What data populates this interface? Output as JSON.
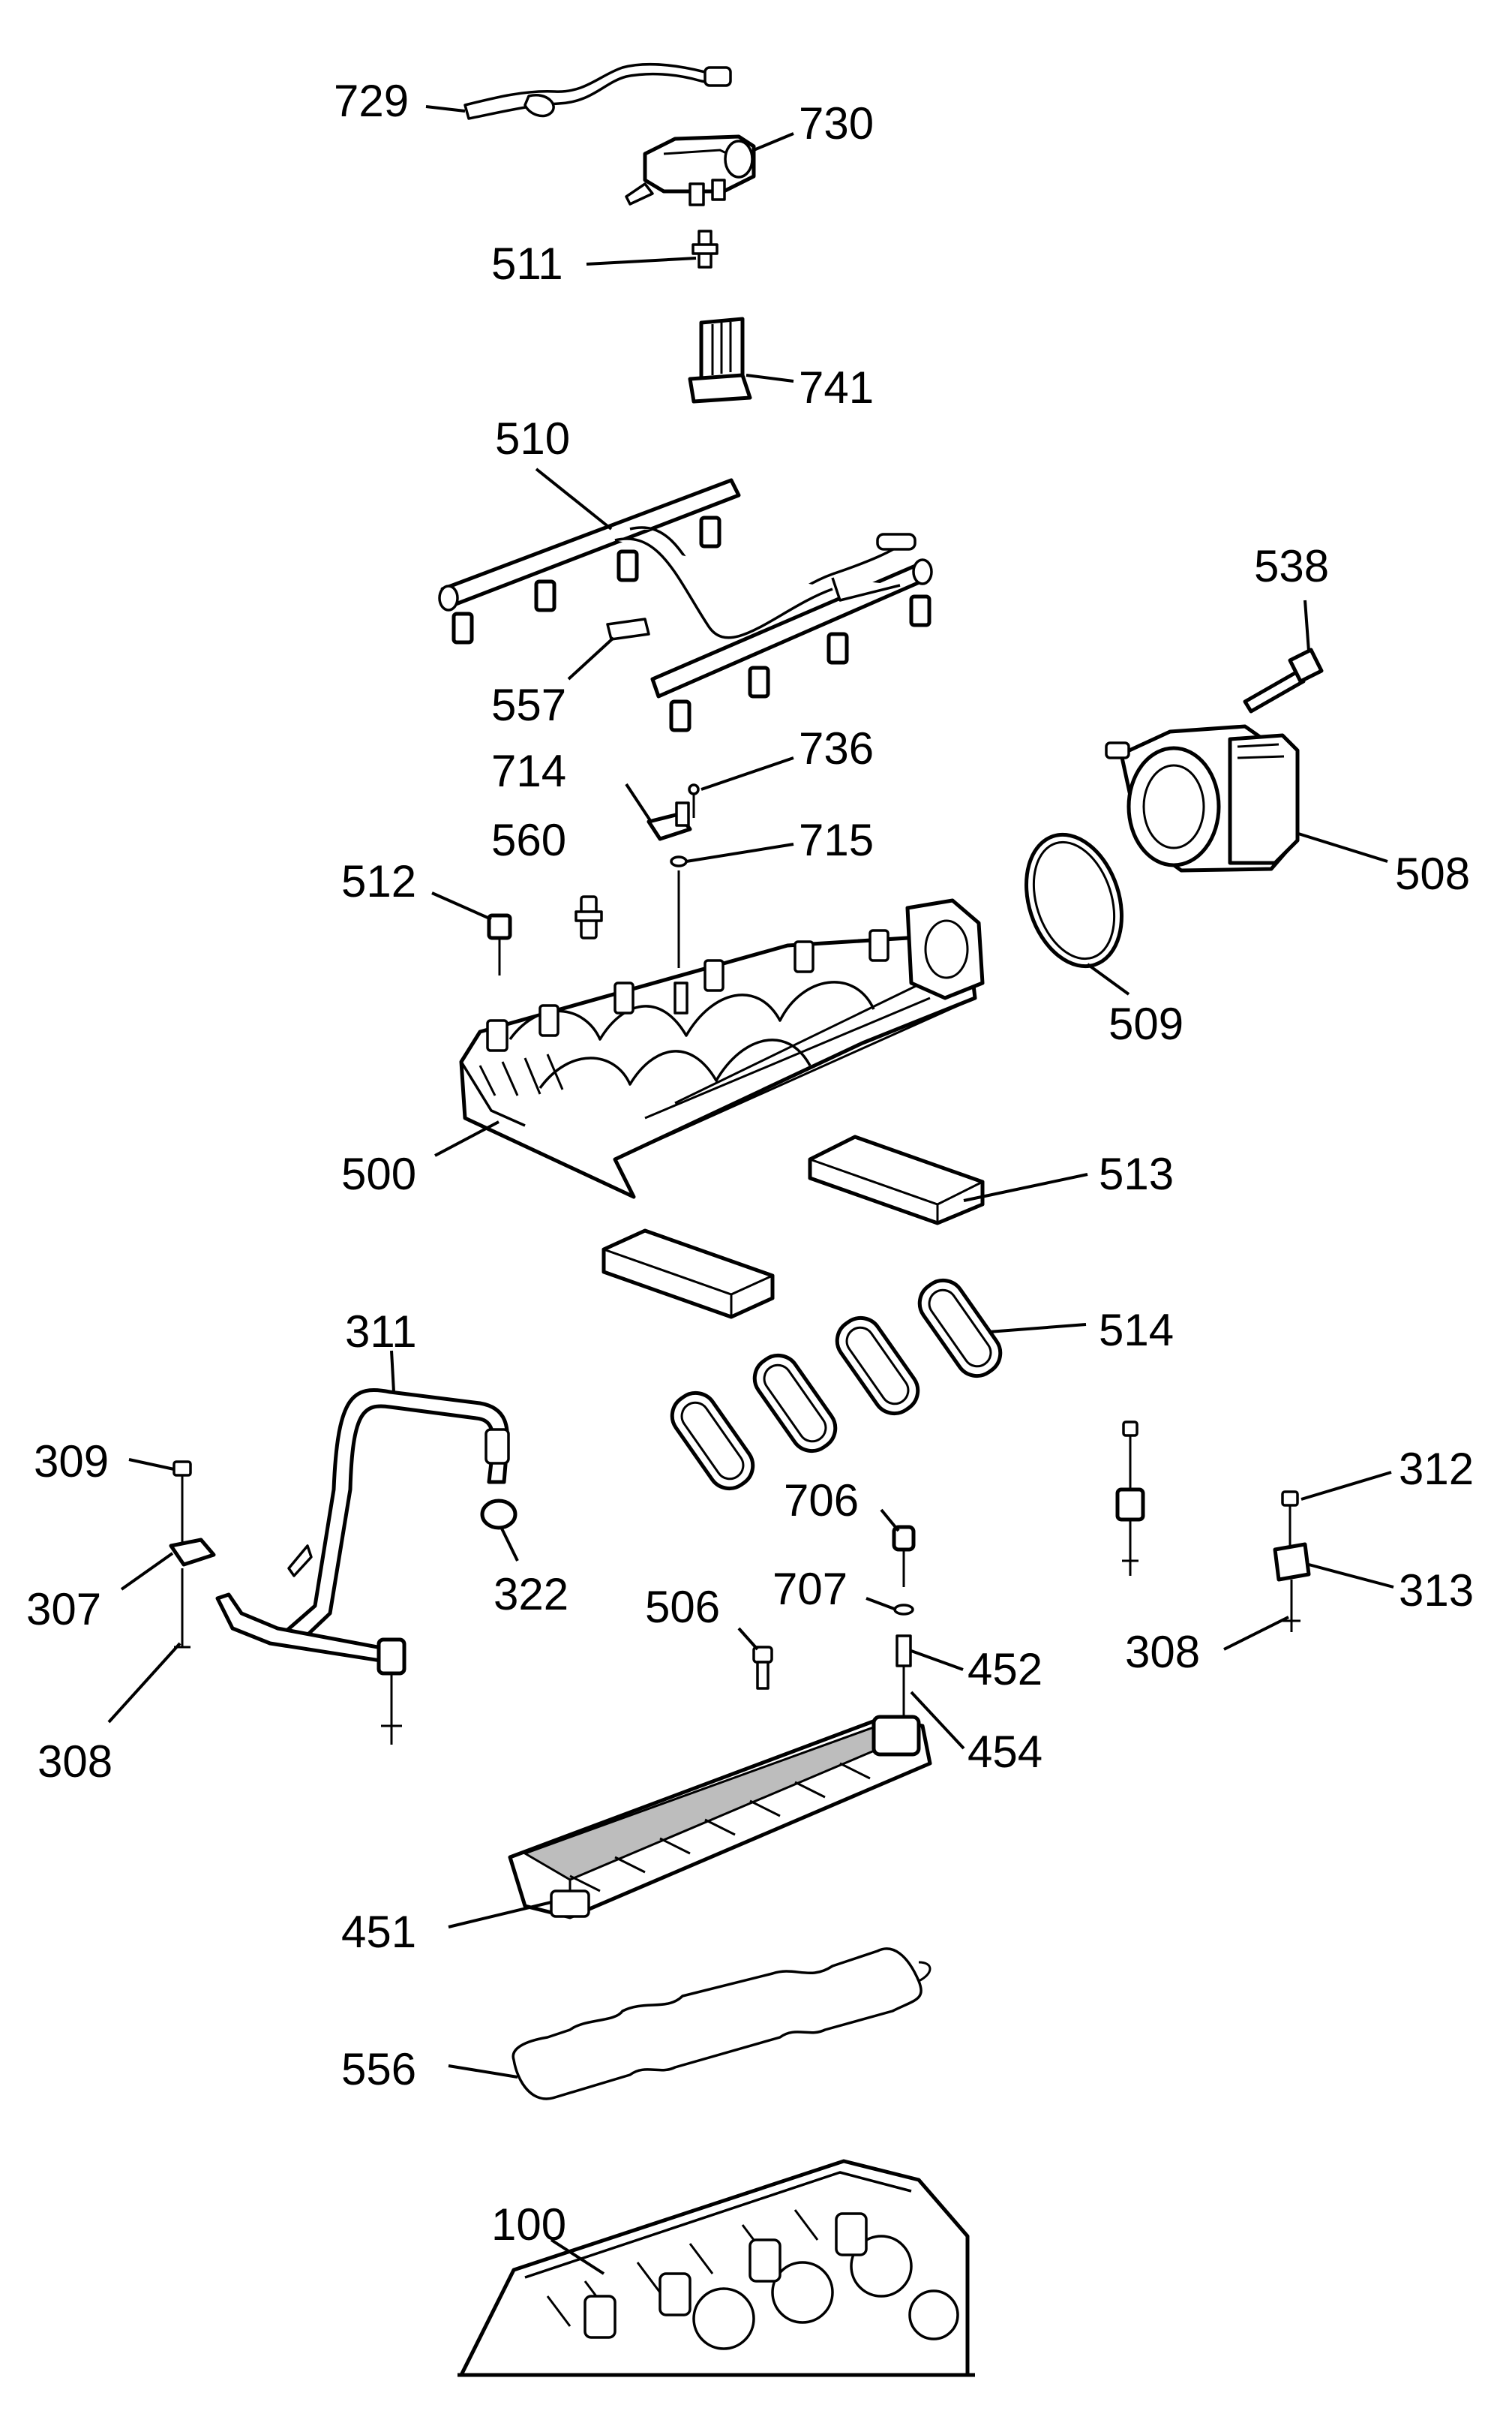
{
  "callouts": {
    "c729": "729",
    "c730": "730",
    "c511": "511",
    "c741": "741",
    "c510": "510",
    "c538": "538",
    "c557": "557",
    "c736": "736",
    "c714": "714",
    "c715": "715",
    "c560": "560",
    "c512": "512",
    "c508": "508",
    "c509": "509",
    "c500": "500",
    "c513": "513",
    "c514": "514",
    "c311": "311",
    "c309": "309",
    "c322": "322",
    "c307": "307",
    "c308a": "308",
    "c706": "706",
    "c707": "707",
    "c506": "506",
    "c452": "452",
    "c454": "454",
    "c312": "312",
    "c313": "313",
    "c308b": "308",
    "c451": "451",
    "c556": "556",
    "c100": "100"
  }
}
